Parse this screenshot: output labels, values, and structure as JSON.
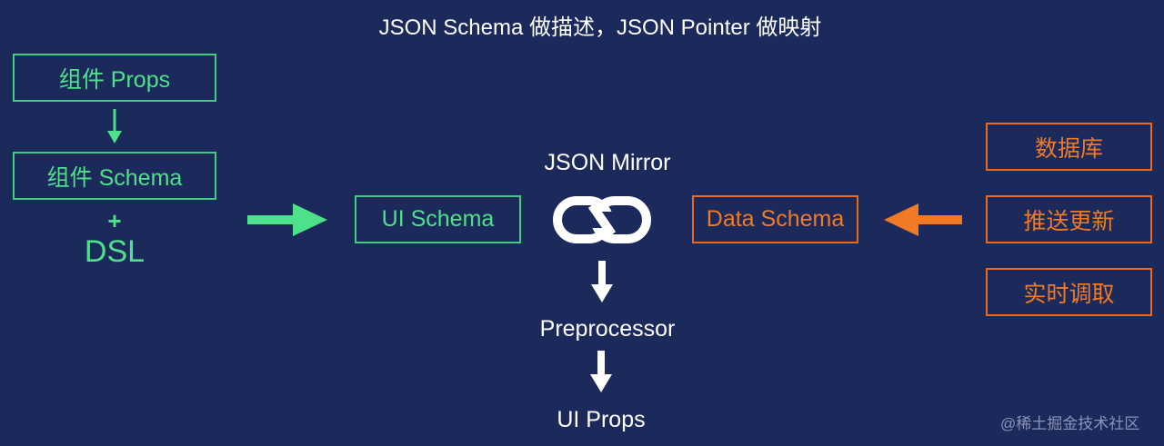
{
  "title": "JSON Schema 做描述，JSON Pointer 做映射",
  "left": {
    "props_box": "组件 Props",
    "schema_box": "组件 Schema",
    "plus": "+",
    "dsl": "DSL"
  },
  "center": {
    "ui_schema_box": "UI Schema",
    "mirror_label": "JSON Mirror",
    "mirror_icon": "chain-link-icon",
    "preprocessor_label": "Preprocessor",
    "ui_props_label": "UI Props"
  },
  "right": {
    "data_schema_box": "Data Schema",
    "database_box": "数据库",
    "push_update_box": "推送更新",
    "realtime_fetch_box": "实时调取"
  },
  "watermark": "@稀土掘金技术社区",
  "colors": {
    "background": "#1b2a5b",
    "green": "#4ee08a",
    "orange": "#f07a26",
    "white": "#ffffff"
  }
}
